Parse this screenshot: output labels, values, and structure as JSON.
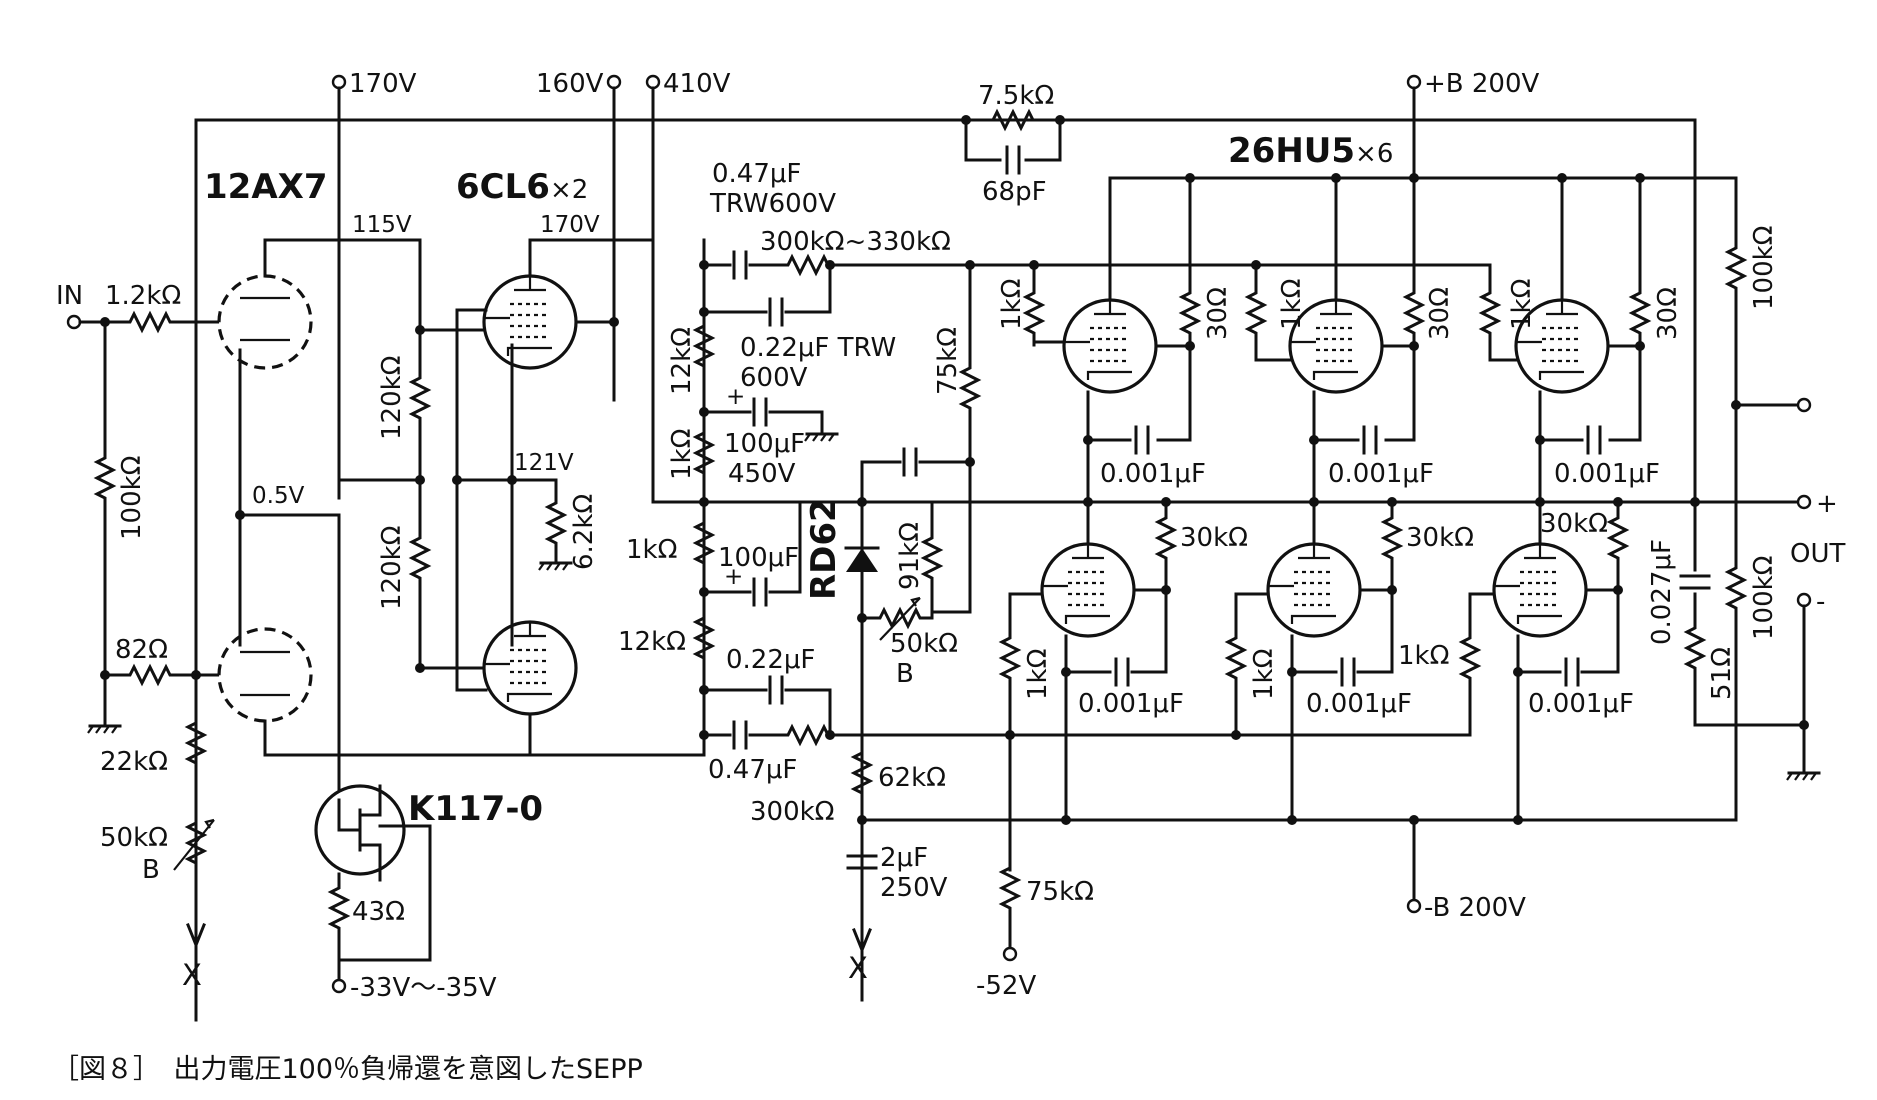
{
  "supply": {
    "v170": "170V",
    "v160": "160V",
    "v410": "410V",
    "b_plus": "+B 200V",
    "b_minus": "-B 200V",
    "neg_bias": "-33V～-35V",
    "neg52": "-52V"
  },
  "tubes": {
    "t12ax7": "12AX7",
    "t6cl6_name": "6CL6",
    "t6cl6_count": "×2",
    "t26hu5_name": "26HU5",
    "t26hu5_count": "×6",
    "fet": "K117-0",
    "zener": "RD62"
  },
  "voltages": {
    "v115": "115V",
    "v170b": "170V",
    "v121": "121V",
    "v05": "0.5V"
  },
  "io": {
    "in": "IN",
    "out": "OUT",
    "plus": "+",
    "minus": "-",
    "x1": "X",
    "x2": "X"
  },
  "components": {
    "r_1k2": "1.2kΩ",
    "r_100k_in": "100kΩ",
    "r_82": "82Ω",
    "r_22k": "22kΩ",
    "r_50kb_1": "50kΩ",
    "b_1": "B",
    "r_120k_1": "120kΩ",
    "r_120k_2": "120kΩ",
    "r_43": "43Ω",
    "r_62k_bias": "6.2kΩ",
    "c_047_1": "0.47μF",
    "trw600_1": "TRW600V",
    "r_300_330k": "300kΩ~330kΩ",
    "c_022_1": "0.22μF TRW",
    "v600": "600V",
    "r_12k_1": "12kΩ",
    "c_100u_1": "100μF",
    "v450": "450V",
    "r_1k_a": "1kΩ",
    "r_1k_b": "1kΩ",
    "c_100u_2": "100μF",
    "r_12k_2": "12kΩ",
    "c_022_2": "0.22μF",
    "c_047_2": "0.47μF",
    "r_300k": "300kΩ",
    "r_75k_1": "75kΩ",
    "r_91k": "91kΩ",
    "r_50kb_2": "50kΩ",
    "b_2": "B",
    "r_62k": "62kΩ",
    "c_2u": "2μF",
    "v250": "250V",
    "r_75k_2": "75kΩ",
    "r_75k_fb": "7.5kΩ",
    "c_68p": "68pF",
    "r_1k_g1": "1kΩ",
    "r_30_1": "30Ω",
    "r_1k_g2": "1kΩ",
    "r_30_2": "30Ω",
    "r_1k_g3": "1kΩ",
    "r_30_3": "30Ω",
    "r_100k_top": "100kΩ",
    "c_001_u1": "0.001μF",
    "c_001_u2": "0.001μF",
    "c_001_u3": "0.001μF",
    "r_30k_1": "30kΩ",
    "r_30k_2": "30kΩ",
    "r_30k_3": "30kΩ",
    "r_1k_l1": "1kΩ",
    "r_1k_l2": "1kΩ",
    "r_1k_l3": "1kΩ",
    "c_001_l1": "0.001μF",
    "c_001_l2": "0.001μF",
    "c_001_l3": "0.001μF",
    "c_0027": "0.027μF",
    "r_51": "51Ω",
    "r_100k_bot": "100kΩ"
  },
  "caption": "［図８］　出力電圧100％負帰還を意図したSEPP"
}
